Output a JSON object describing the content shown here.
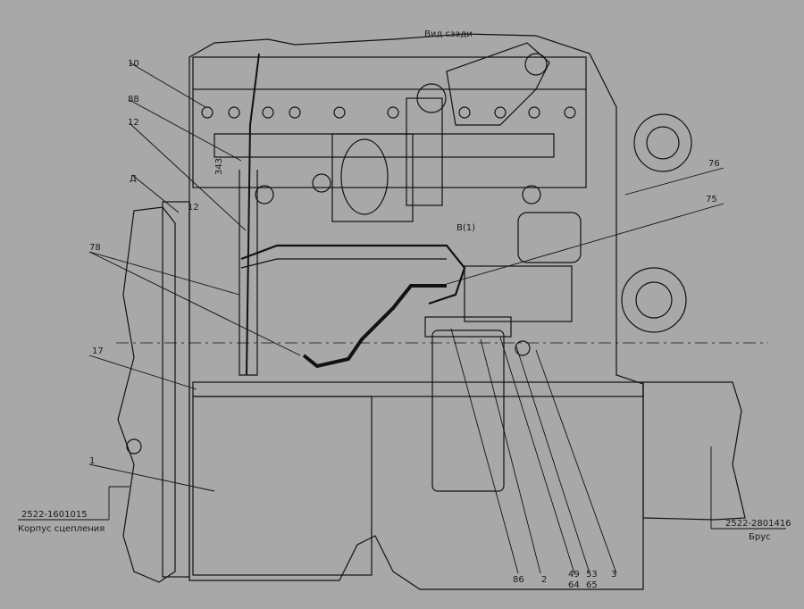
{
  "title": "Вид сзади",
  "callouts": {
    "c10": "10",
    "c88": "88",
    "c12a": "12",
    "c12b": "12",
    "c343": "343",
    "cD": "Д",
    "c78": "78",
    "c17": "17",
    "c1": "1",
    "c76": "76",
    "c75": "75",
    "cB1": "В(1)",
    "c86": "86",
    "c2": "2",
    "c49": "49",
    "c64": "64",
    "c53": "53",
    "c65": "65",
    "c3": "3"
  },
  "refs": {
    "left_part": "2522-1601015",
    "left_name": "Корпус сцепления",
    "right_part": "2522-2801416",
    "right_name": "Брус"
  }
}
